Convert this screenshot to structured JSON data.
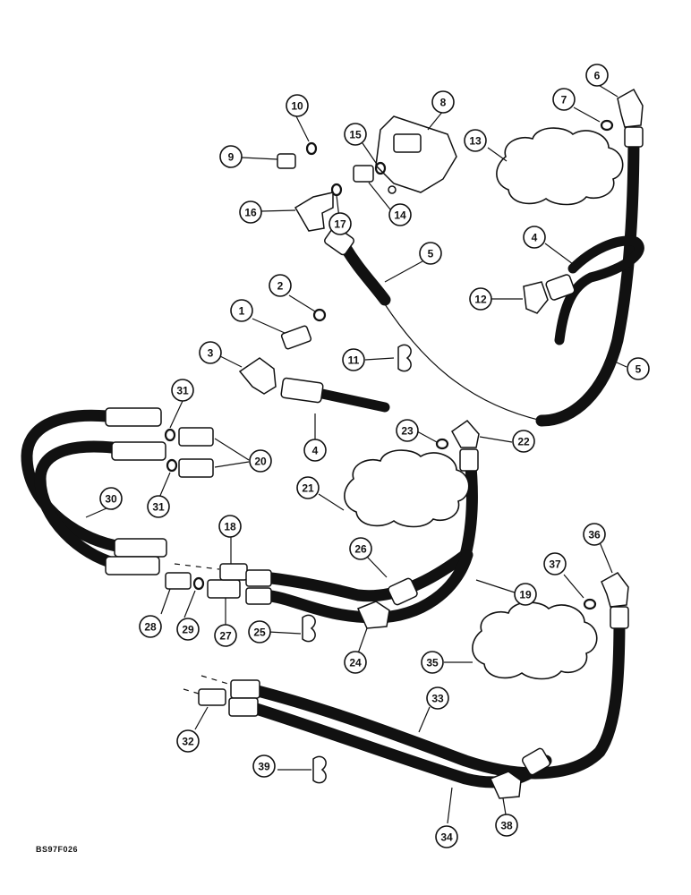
{
  "reference_code": "BS97F026",
  "callouts": [
    "1",
    "2",
    "3",
    "4",
    "5",
    "6",
    "7",
    "8",
    "9",
    "10",
    "11",
    "12",
    "13",
    "14",
    "15",
    "16",
    "17",
    "18",
    "19",
    "20",
    "21",
    "22",
    "23",
    "24",
    "25",
    "26",
    "27",
    "28",
    "29",
    "30",
    "31",
    "32",
    "33",
    "34",
    "35",
    "36",
    "37",
    "38",
    "39"
  ]
}
